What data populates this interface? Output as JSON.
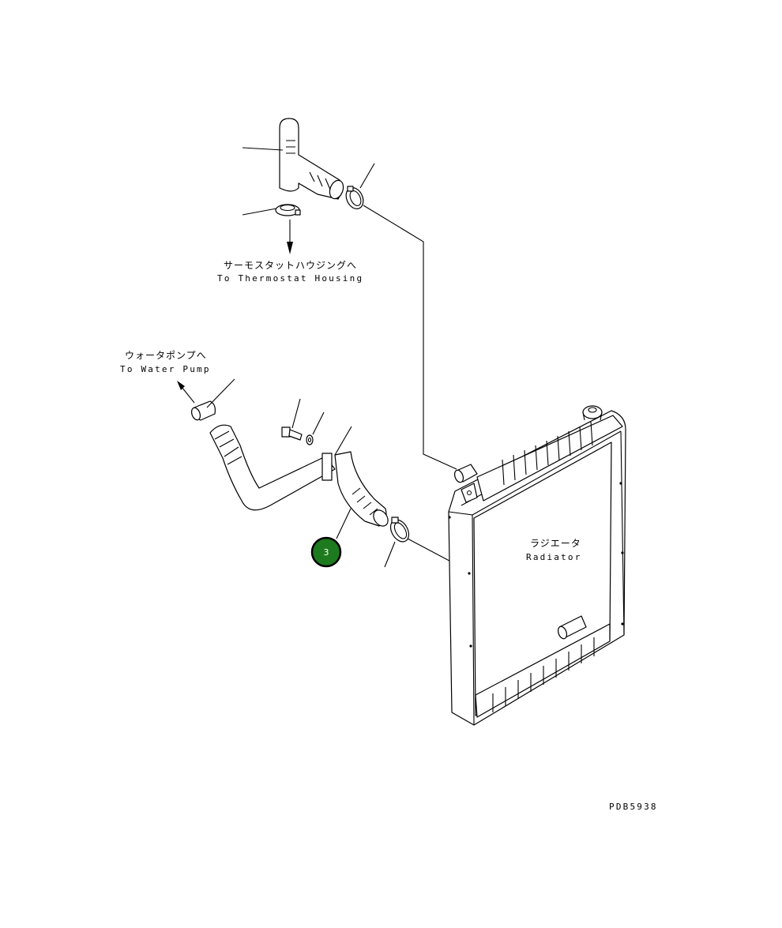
{
  "labels": {
    "thermostat_jp": "サーモスタットハウジングへ",
    "thermostat_en": "To Thermostat Housing",
    "water_pump_jp": "ウォータポンプへ",
    "water_pump_en": "To Water Pump",
    "radiator_jp": "ラジエータ",
    "radiator_en": "Radiator",
    "drawing_code": "PDB5938"
  },
  "callouts": [
    {
      "number": "3",
      "color": "#1e7a1e"
    }
  ],
  "colors": {
    "line": "#000000",
    "badge_fill": "#1e7a1e",
    "badge_stroke": "#000000"
  }
}
